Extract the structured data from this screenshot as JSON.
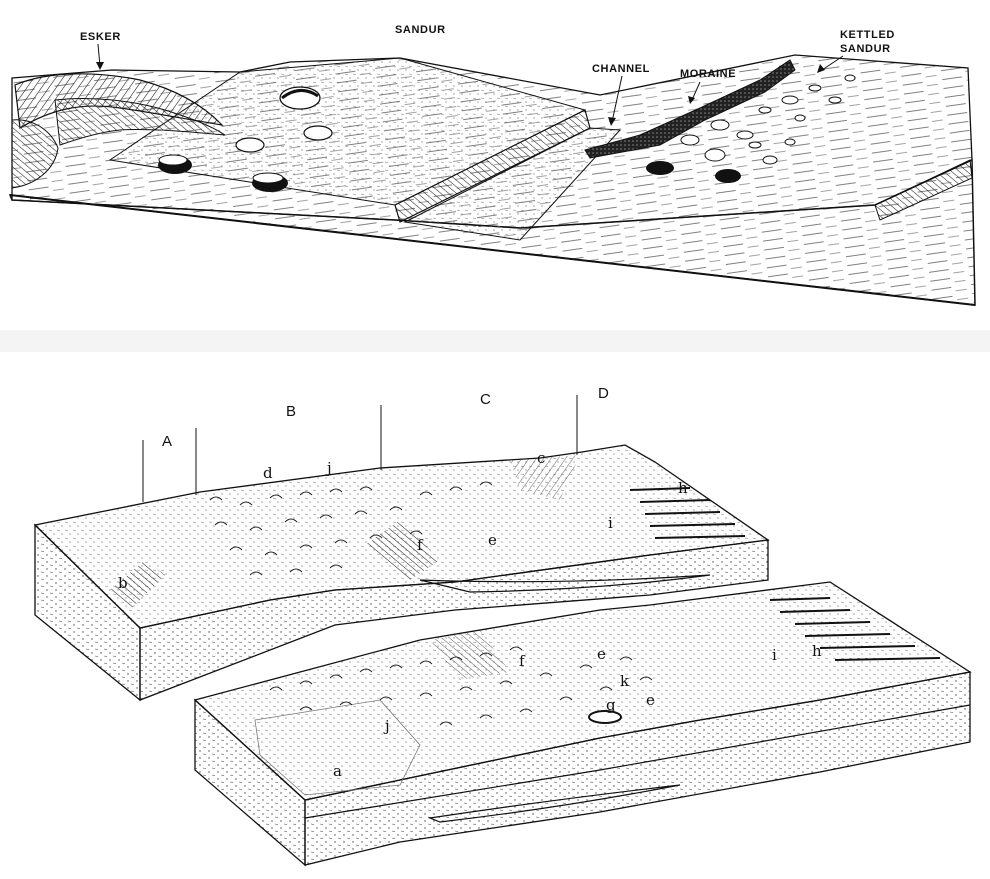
{
  "top_diagram": {
    "labels": {
      "esker": "ESKER",
      "sandur": "SANDUR",
      "channel": "CHANNEL",
      "moraine": "MORAINE",
      "kettled_line1": "KETTLED",
      "kettled_line2": "SANDUR"
    }
  },
  "bottom_diagram": {
    "zones": {
      "a": "A",
      "b": "B",
      "c": "C",
      "d": "D"
    },
    "upper_block_letters": [
      "d",
      "j",
      "c",
      "h",
      "i",
      "e",
      "f",
      "b"
    ],
    "lower_block_letters": [
      "f",
      "e",
      "i",
      "h",
      "k",
      "e",
      "g",
      "j",
      "a"
    ]
  }
}
